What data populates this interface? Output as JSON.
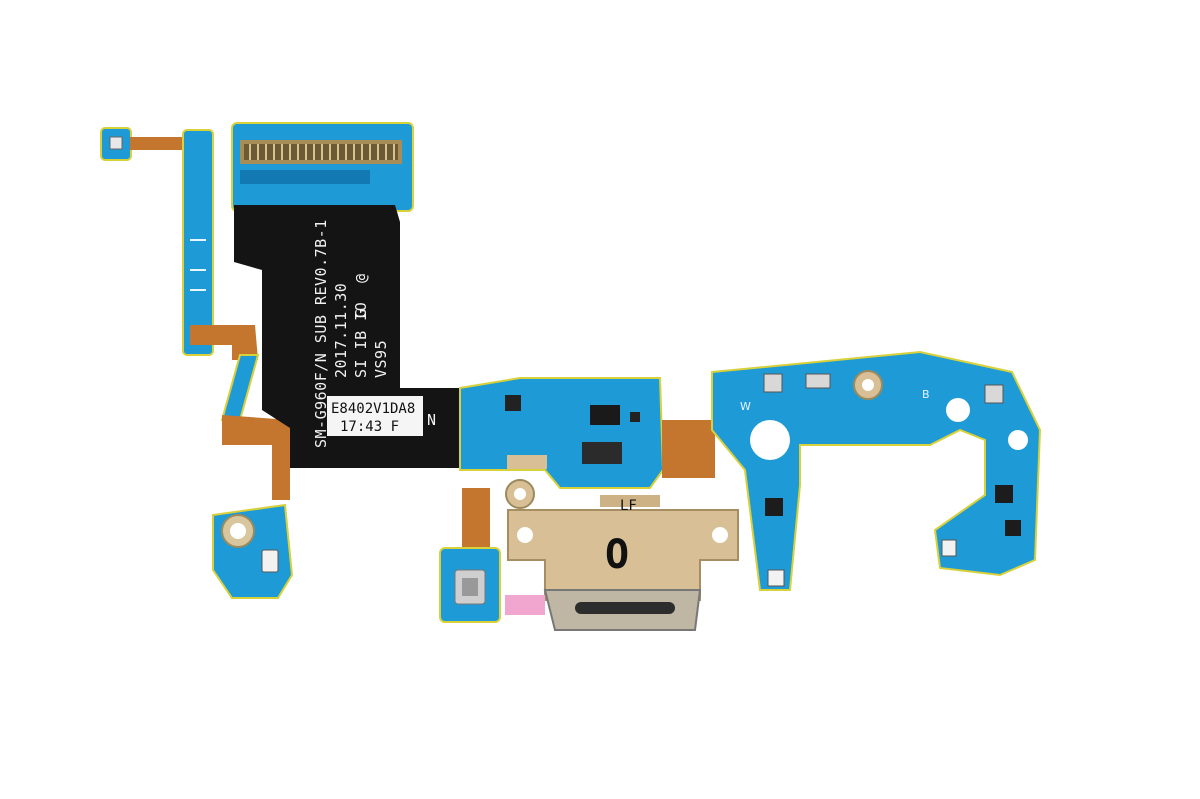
{
  "image": {
    "subject": "Smartphone USB-C charging port flex board",
    "colors": {
      "background": "#ffffff",
      "pcb_blue": "#1e9ad6",
      "pcb_blue_dark": "#1379b3",
      "pcb_edge": "#d9d13a",
      "flex_black": "#141414",
      "flex_copper": "#c4762e",
      "connector_gold": "#d9bf95",
      "pink_tape": "#f1a6cf"
    }
  },
  "silkscreen": {
    "line1": "SM-G960F/N SUB REV0.7B-1",
    "line2": "2017.11.30",
    "line3": "SI IB IO",
    "line4": "VS95",
    "logo": "G",
    "circle_mark": "@"
  },
  "sticker": {
    "line1": "E8402V1DA8",
    "line2": "17:43 F",
    "suffix": "N"
  },
  "connector": {
    "stamp": "O",
    "small_mark": "LF"
  },
  "pcb_marks": {
    "w": "W",
    "b": "B"
  }
}
